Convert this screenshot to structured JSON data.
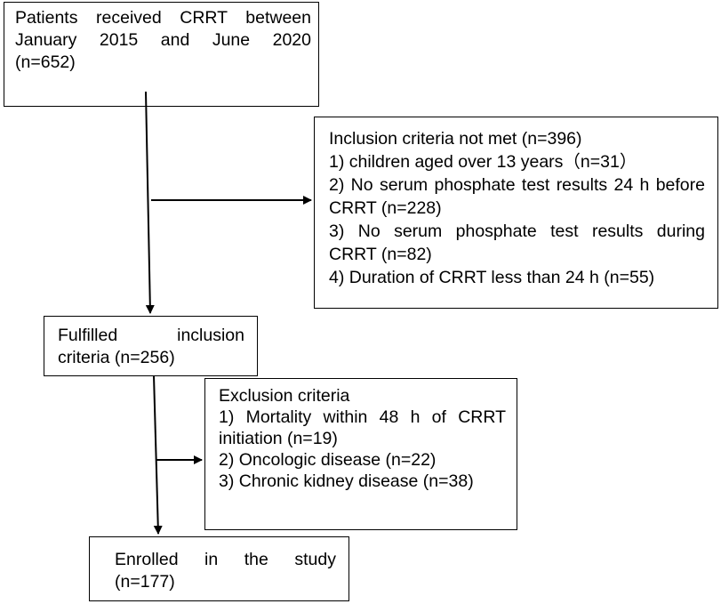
{
  "boxes": {
    "start": {
      "line1": "Patients received CRRT between",
      "line2": "January 2015 and June 2020",
      "line3": "(n=652)"
    },
    "inclusion_not_met": {
      "title": "Inclusion criteria not met (n=396)",
      "items": [
        "1) children aged over 13 years（n=31）",
        "2) No serum phosphate test results 24 h before",
        "CRRT (n=228)",
        "3) No serum phosphate test results during",
        "CRRT (n=82)",
        "4) Duration of CRRT less than 24 h (n=55)"
      ]
    },
    "fulfilled": {
      "line1": "Fulfilled inclusion",
      "line2": "criteria (n=256)"
    },
    "exclusion": {
      "title": "Exclusion criteria",
      "items": [
        "1) Mortality within 48 h of CRRT",
        "initiation (n=19)",
        "2) Oncologic disease (n=22)",
        "3) Chronic kidney disease (n=38)"
      ]
    },
    "enrolled": {
      "line1": "Enrolled in the study",
      "line2": "(n=177)"
    }
  }
}
